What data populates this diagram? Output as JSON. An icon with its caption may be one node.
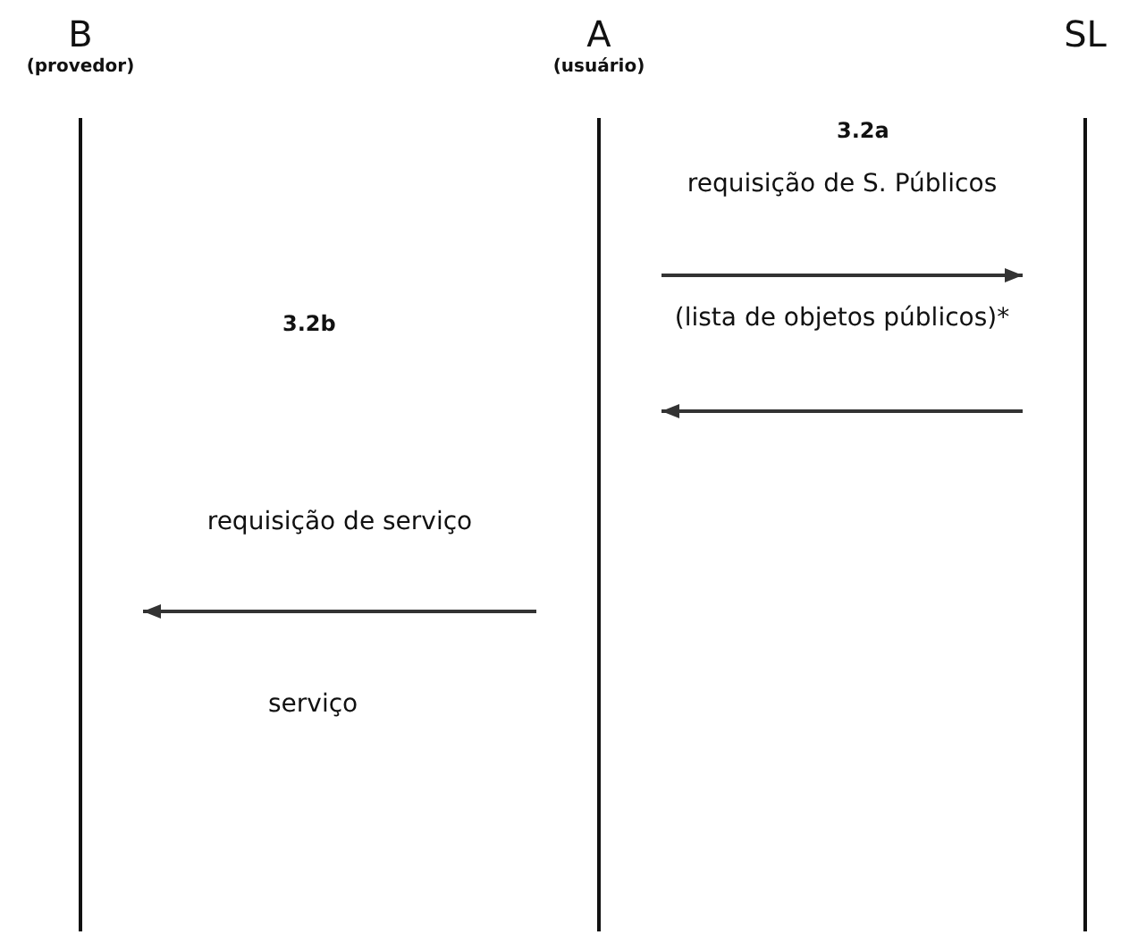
{
  "diagram": {
    "nodes": [
      {
        "text": [
          "B",
          "(provedor)"
        ]
      },
      {
        "text": [
          "A",
          "(usuário)"
        ]
      },
      {
        "text": [
          "SL"
        ]
      }
    ],
    "edges": [
      {
        "from": 1,
        "to": 2,
        "arrow": "to",
        "label": "requisição de S. Públicos"
      },
      {
        "from": 2,
        "to": 1,
        "arrow": "to",
        "label": "(lista de objetos públicos)*"
      },
      {
        "from": 1,
        "to": 0,
        "arrow": "to",
        "label": "requisição de serviço"
      }
    ],
    "labels": [
      "3.2a",
      "3.2b",
      "serviço"
    ]
  }
}
